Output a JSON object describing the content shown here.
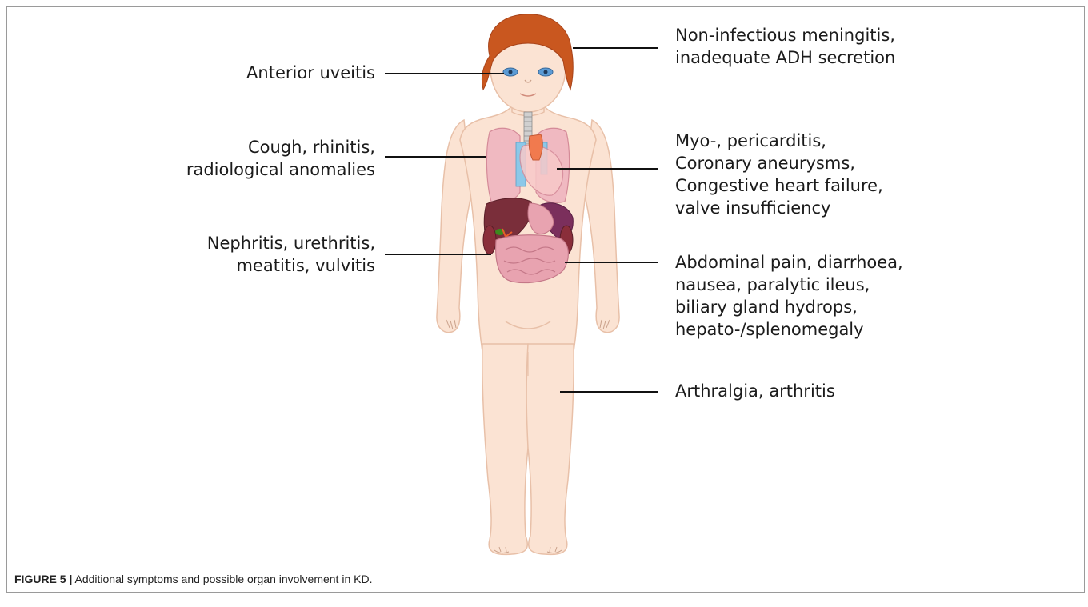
{
  "labels": {
    "uveitis": [
      "Anterior uveitis"
    ],
    "meningitis": [
      "Non-infectious meningitis,",
      "inadequate ADH secretion"
    ],
    "cough": [
      "Cough, rhinitis,",
      "radiological anomalies"
    ],
    "heart": [
      "Myo-, pericarditis,",
      "Coronary aneurysms,",
      "Congestive heart failure,",
      "valve insufficiency"
    ],
    "nephritis": [
      "Nephritis, urethritis,",
      "meatitis, vulvitis"
    ],
    "abdominal": [
      "Abdominal pain, diarrhoea,",
      "nausea, paralytic ileus,",
      "biliary gland hydrops,",
      "hepato-/splenomegaly"
    ],
    "arthralgia": [
      "Arthralgia, arthritis"
    ]
  },
  "caption": {
    "number": "FIGURE 5 |",
    "text": " Additional symptoms and possible organ involvement in KD."
  },
  "colors": {
    "skin": "#fbe3d3",
    "skin_outline": "#e8c0a8",
    "hair": "#c9571f",
    "lung": "#f0b9c1",
    "heart": "#f17a4e",
    "liver": "#7a2e3a",
    "intestine": "#e8a3b0",
    "spleen": "#7b2f5c",
    "trachea": "#b8b8b8",
    "vessel": "#8cc8e8",
    "eye": "#5b9bd5",
    "leader_line": "#111111",
    "frame": "#9a9a9a"
  }
}
